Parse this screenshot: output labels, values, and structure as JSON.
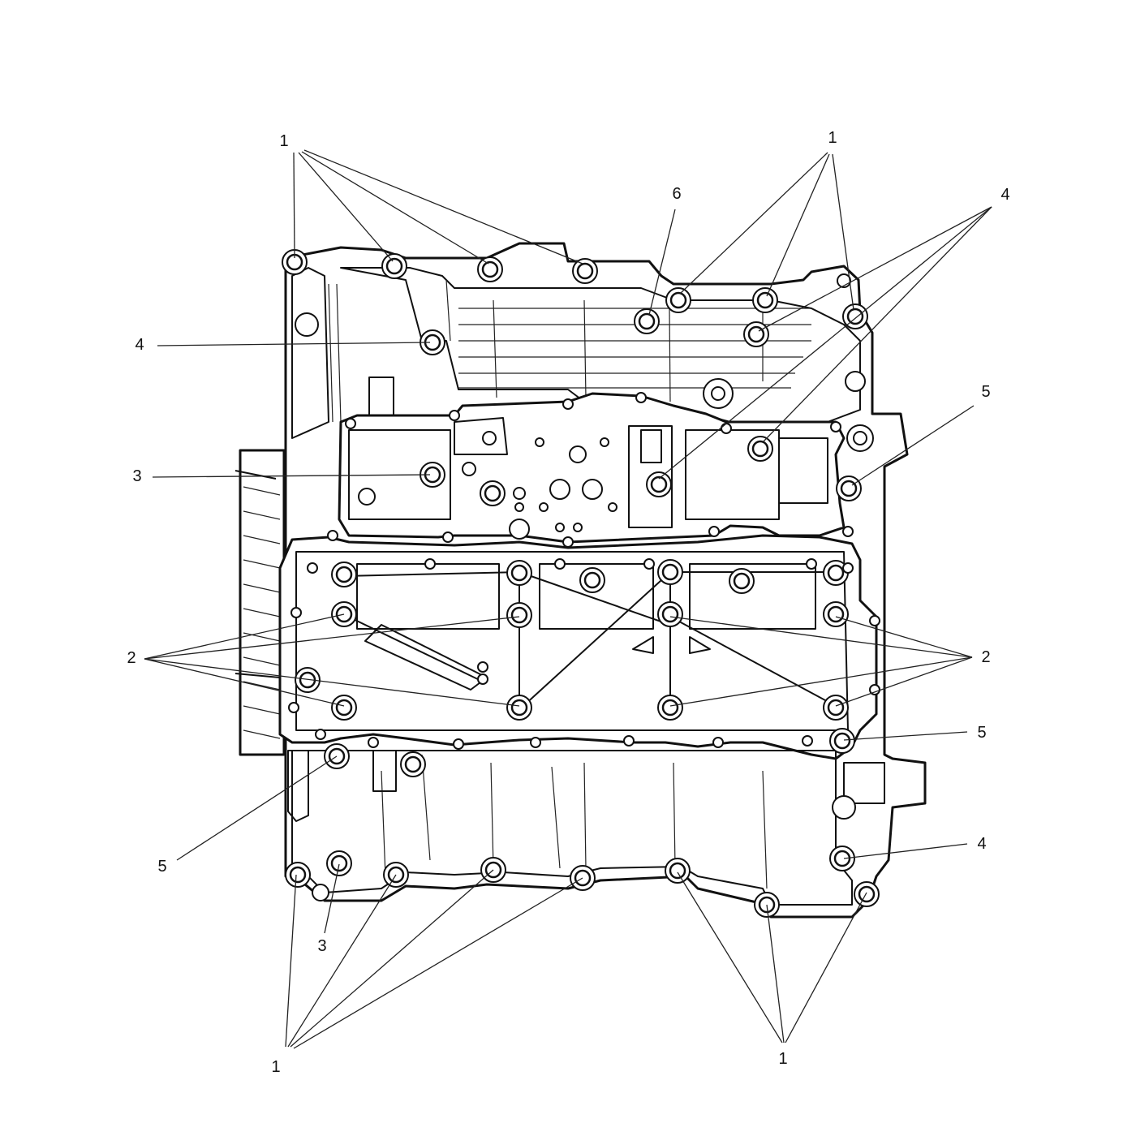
{
  "callouts": {
    "c1_top_left": "1",
    "c1_top_right": "1",
    "c1_bottom_left": "1",
    "c1_bottom_right": "1",
    "c2_left": "2",
    "c2_right": "2",
    "c3_left": "3",
    "c3_bottom": "3",
    "c4_left": "4",
    "c4_top_right": "4",
    "c4_bottom_right": "4",
    "c5_right_upper": "5",
    "c5_right_lower": "5",
    "c5_bottom_left": "5",
    "c6_top": "6"
  }
}
